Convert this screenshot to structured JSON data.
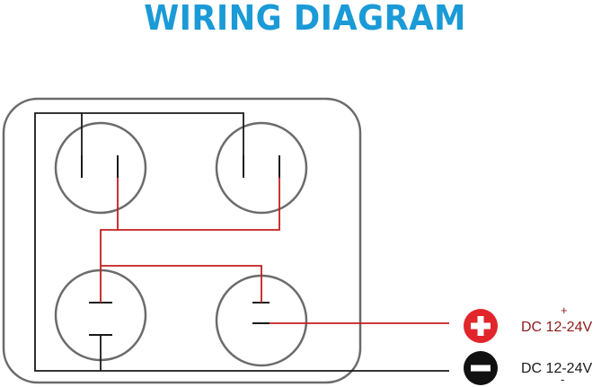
{
  "title": "WIRING DIAGRAM",
  "supplies": [
    {
      "polarity": "positive",
      "sign": "+",
      "label": "DC 12-24V",
      "color": "#8b1a1a",
      "icon": "plus-circle-icon",
      "icon_color": "#e0262a"
    },
    {
      "polarity": "negative",
      "sign": "-",
      "label": "DC 12-24V",
      "color": "#1a1a1a",
      "icon": "minus-circle-icon",
      "icon_color": "#111111"
    }
  ],
  "colors": {
    "title": "#1a9ad6",
    "panel_outline": "#6b6b6b",
    "switch_outline": "#6b6b6b",
    "ground_wire": "#1a1a1a",
    "positive_wire": "#c41e1e"
  }
}
